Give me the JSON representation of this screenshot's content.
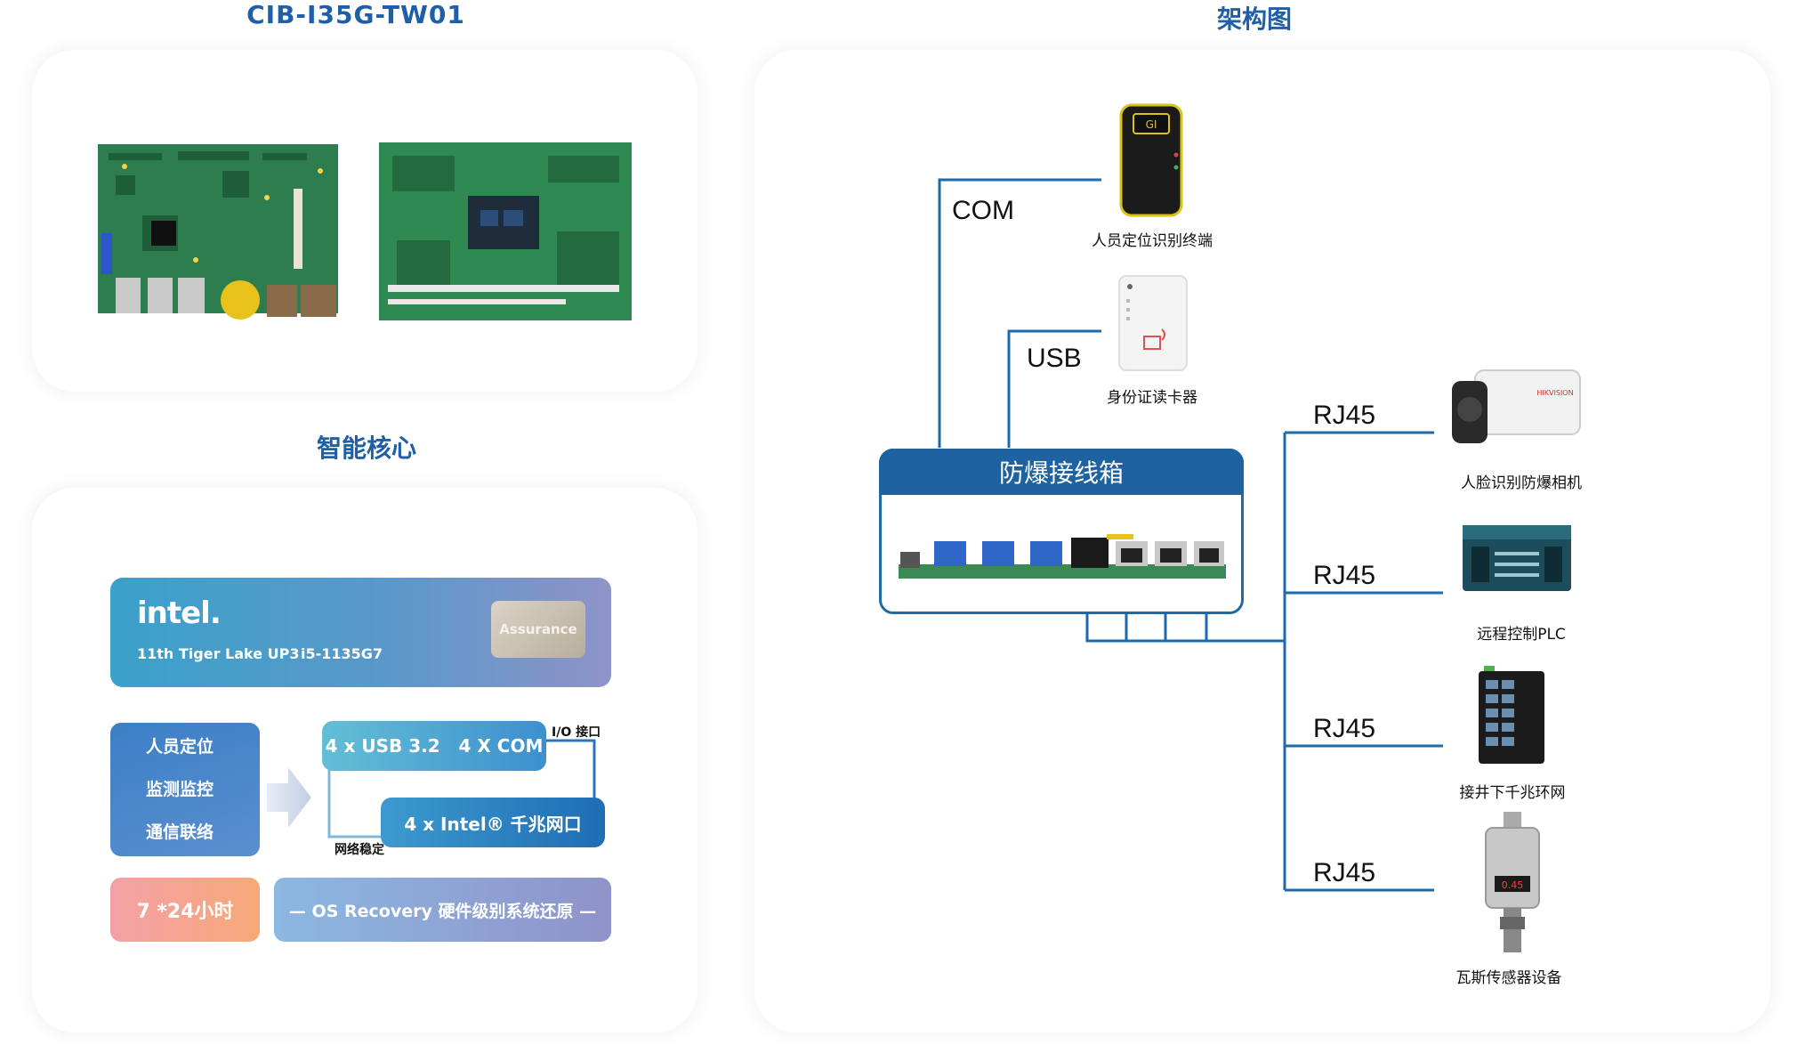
{
  "left": {
    "product_title": "CIB-I35G-TW01",
    "section_title": "智能核心",
    "intel": {
      "logo": "intel.",
      "line1": "11th Tiger Lake UP3",
      "line2": "i5-1135G7",
      "badge": "Assurance"
    },
    "features": [
      "人员定位",
      "监测监控",
      "通信联络"
    ],
    "io": {
      "usb_com": "4 x USB 3.2   4 X COM",
      "io_label": "I/O 接口",
      "lan": "4 x Intel® 千兆网口",
      "stable_label": "网络稳定"
    },
    "uptime": "7 *24小时",
    "recovery": "— OS Recovery 硬件级别系统还原 —"
  },
  "right": {
    "title": "架构图",
    "box_label": "防爆接线箱",
    "interfaces": {
      "com": "COM",
      "usb": "USB",
      "rj45": [
        "RJ45",
        "RJ45",
        "RJ45",
        "RJ45"
      ]
    },
    "devices": [
      "人员定位识别终端",
      "身份证读卡器",
      "人脸识别防爆相机",
      "远程控制PLC",
      "接井下千兆环网",
      "瓦斯传感器设备"
    ],
    "terminal_screen_text": "GI",
    "camera_brand": "HIKVISION",
    "sensor_display": "0.45"
  },
  "colors": {
    "brand_blue": "#1f5fa8",
    "line_blue": "#1e6aa8",
    "card_gradient_start": "#3aa1c9",
    "card_gradient_end": "#8f93c8",
    "uptime_gradient": [
      "#f5a0a6",
      "#f6a777"
    ],
    "recovery_gradient": [
      "#8fb6e0",
      "#8f93c8"
    ]
  }
}
